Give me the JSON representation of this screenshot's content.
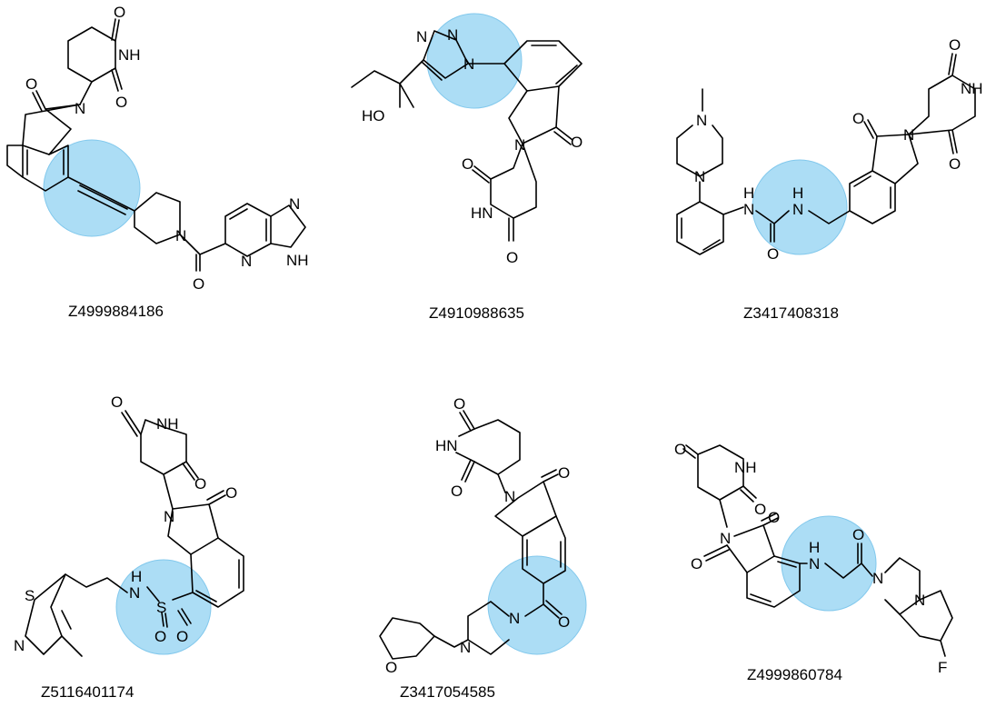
{
  "highlight_color": "#a8dcf5",
  "compounds": [
    {
      "id": "Z4999884186",
      "atoms": [
        {
          "key": "o_top",
          "label": "O"
        },
        {
          "key": "nh",
          "label": "NH"
        },
        {
          "key": "o_mid",
          "label": "O"
        },
        {
          "key": "n_pip",
          "label": "N"
        },
        {
          "key": "o_lactam",
          "label": "O"
        },
        {
          "key": "n_amide",
          "label": "N"
        },
        {
          "key": "o_amide",
          "label": "O"
        },
        {
          "key": "n_im1",
          "label": "N"
        },
        {
          "key": "n_py",
          "label": "N"
        },
        {
          "key": "nh_im",
          "label": "NH"
        }
      ]
    },
    {
      "id": "Z4910988635",
      "atoms": [
        {
          "key": "n_tri_a",
          "label": "N"
        },
        {
          "key": "n_tri_b",
          "label": "N"
        },
        {
          "key": "n_tri_c",
          "label": "N"
        },
        {
          "key": "ho",
          "label": "HO"
        },
        {
          "key": "n_lactam",
          "label": "N"
        },
        {
          "key": "o_lactam",
          "label": "O"
        },
        {
          "key": "o_glut1",
          "label": "O"
        },
        {
          "key": "hn",
          "label": "HN"
        },
        {
          "key": "o_glut2",
          "label": "O"
        }
      ]
    },
    {
      "id": "Z3417408318",
      "atoms": [
        {
          "key": "n_me",
          "label": "N"
        },
        {
          "key": "n_ar",
          "label": "N"
        },
        {
          "key": "hn1_h",
          "label": "H"
        },
        {
          "key": "hn1_n",
          "label": "N"
        },
        {
          "key": "hn2_h",
          "label": "H"
        },
        {
          "key": "hn2_n",
          "label": "N"
        },
        {
          "key": "o_urea",
          "label": "O"
        },
        {
          "key": "o_lactam",
          "label": "O"
        },
        {
          "key": "n_lactam",
          "label": "N"
        },
        {
          "key": "o_glut1",
          "label": "O"
        },
        {
          "key": "nh",
          "label": "NH"
        },
        {
          "key": "o_glut2",
          "label": "O"
        }
      ]
    },
    {
      "id": "Z5116401174",
      "atoms": [
        {
          "key": "o_glut1",
          "label": "O"
        },
        {
          "key": "nh",
          "label": "NH"
        },
        {
          "key": "o_glut2",
          "label": "O"
        },
        {
          "key": "o_lactam",
          "label": "O"
        },
        {
          "key": "n_lactam",
          "label": "N"
        },
        {
          "key": "s_thz",
          "label": "S"
        },
        {
          "key": "n_thz",
          "label": "N"
        },
        {
          "key": "h_sulf",
          "label": "H"
        },
        {
          "key": "n_sulf",
          "label": "N"
        },
        {
          "key": "s_sulf",
          "label": "S"
        },
        {
          "key": "o_sulf1",
          "label": "O"
        },
        {
          "key": "o_sulf2",
          "label": "O"
        }
      ]
    },
    {
      "id": "Z3417054585",
      "atoms": [
        {
          "key": "o_glut1",
          "label": "O"
        },
        {
          "key": "hn",
          "label": "HN"
        },
        {
          "key": "o_glut2",
          "label": "O"
        },
        {
          "key": "o_lactam",
          "label": "O"
        },
        {
          "key": "n_lactam",
          "label": "N"
        },
        {
          "key": "n_pip1",
          "label": "N"
        },
        {
          "key": "o_amide",
          "label": "O"
        },
        {
          "key": "n_pip2",
          "label": "N"
        },
        {
          "key": "o_thf",
          "label": "O"
        }
      ]
    },
    {
      "id": "Z4999860784",
      "atoms": [
        {
          "key": "o_glut1",
          "label": "O"
        },
        {
          "key": "nh",
          "label": "NH"
        },
        {
          "key": "o_glut2",
          "label": "O"
        },
        {
          "key": "o_imide1",
          "label": "O"
        },
        {
          "key": "n_imide",
          "label": "N"
        },
        {
          "key": "o_imide2",
          "label": "O"
        },
        {
          "key": "h_gly",
          "label": "H"
        },
        {
          "key": "n_gly",
          "label": "N"
        },
        {
          "key": "o_gly",
          "label": "O"
        },
        {
          "key": "n_amide",
          "label": "N"
        },
        {
          "key": "n_bicyc",
          "label": "N"
        },
        {
          "key": "f",
          "label": "F"
        }
      ]
    }
  ]
}
